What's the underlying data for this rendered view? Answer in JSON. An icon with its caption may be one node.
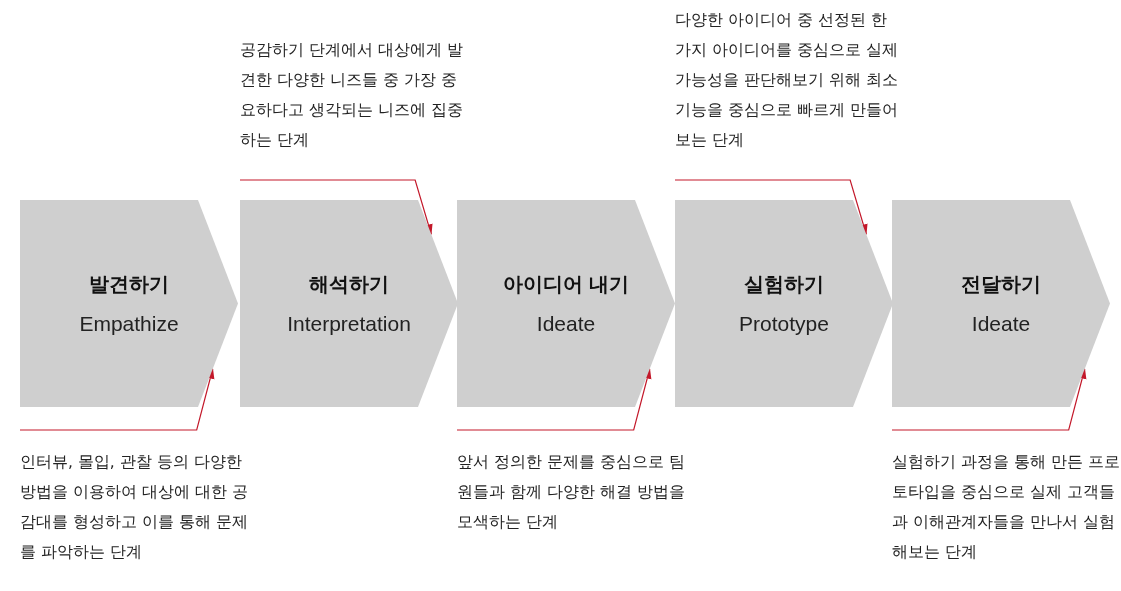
{
  "diagram": {
    "nodes": [
      {
        "text": [
          "발견하기",
          "Empathize"
        ]
      },
      {
        "text": [
          "해석하기",
          "Interpretation"
        ]
      },
      {
        "text": [
          "아이디어 내기",
          "Ideate"
        ]
      },
      {
        "text": [
          "실험하기",
          "Prototype"
        ]
      },
      {
        "text": [
          "전달하기",
          "Ideate"
        ]
      },
      {
        "text": [
          "인터뷰, 몰입, 관찰 등의 다양한 방법을 이용하여 대상에 대한 공감대를 형성하고 이를 통해 문제를 파악하는 단계"
        ]
      },
      {
        "text": [
          "공감하기 단계에서 대상에게 발견한 다양한 니즈들 중 가장 중요하다고 생각되는 니즈에 집중하는 단계"
        ]
      },
      {
        "text": [
          "앞서 정의한 문제를 중심으로 팀원들과 함께 다양한 해결 방법을 모색하는 단계"
        ]
      },
      {
        "text": [
          "다양한 아이디어 중 선정된 한 가지 아이디어를 중심으로 실제 가능성을 판단해보기 위해 최소 기능을 중심으로 빠르게 만들어보는 단계"
        ]
      },
      {
        "text": [
          "실험하기 과정을 통해 만든 프로토타입을 중심으로 실제 고객들과 이해관계자들을 만나서 실험해보는 단계"
        ]
      }
    ],
    "edges": [
      {
        "from": 5,
        "to": 0,
        "arrow": "to"
      },
      {
        "from": 6,
        "to": 1,
        "arrow": "to"
      },
      {
        "from": 7,
        "to": 2,
        "arrow": "to"
      },
      {
        "from": 8,
        "to": 3,
        "arrow": "to"
      },
      {
        "from": 9,
        "to": 4,
        "arrow": "to"
      }
    ]
  }
}
